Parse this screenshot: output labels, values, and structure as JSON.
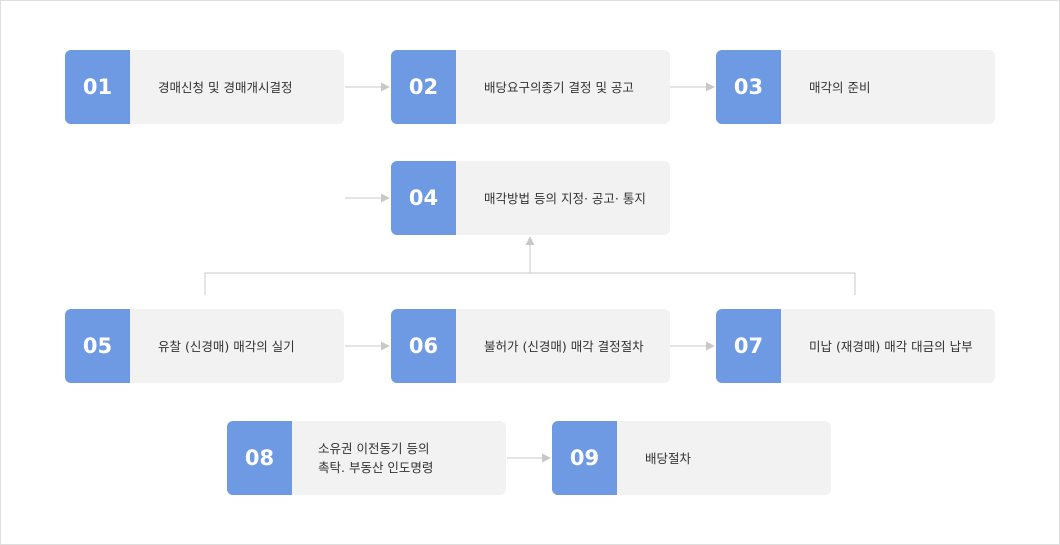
{
  "steps": [
    {
      "num": "01",
      "lines": [
        "경매신청 및 경매개시결정"
      ]
    },
    {
      "num": "02",
      "lines": [
        "배당요구의종기 결정 및 공고"
      ]
    },
    {
      "num": "03",
      "lines": [
        "매각의 준비"
      ]
    },
    {
      "num": "04",
      "lines": [
        "매각방법 등의 지정· 공고· 통지"
      ]
    },
    {
      "num": "05",
      "lines": [
        "유찰 (신경매) 매각의 실기"
      ]
    },
    {
      "num": "06",
      "lines": [
        "불허가 (신경매) 매각 결정절차"
      ]
    },
    {
      "num": "07",
      "lines": [
        "미납 (재경매) 매각 대금의 납부"
      ]
    },
    {
      "num": "08",
      "lines": [
        "소유권 이전동기 등의",
        "촉탁. 부동산 인도명령"
      ]
    },
    {
      "num": "09",
      "lines": [
        "배당절차"
      ]
    }
  ],
  "colors": {
    "accent": "#6d9ae3",
    "box": "#f2f2f2",
    "connector": "#c8c8c8",
    "text": "#333333"
  }
}
